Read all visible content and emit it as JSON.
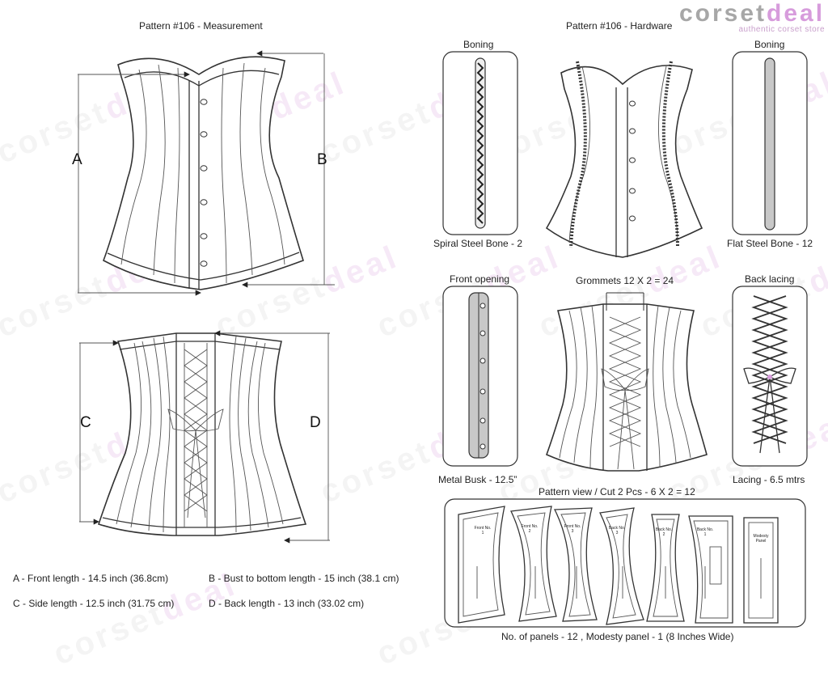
{
  "brand": {
    "name_a": "corset",
    "name_b": "deal",
    "tagline": "authentic corset store"
  },
  "colors": {
    "brand_gray": "#a7a7a7",
    "brand_pink": "#d79cdc",
    "busk_fill": "#c8c8c8",
    "bone_fill": "#c8c8c8"
  },
  "headings": {
    "measurement": "Pattern #106 -  Measurement",
    "hardware": "Pattern #106 -  Hardware"
  },
  "measure_letters": {
    "a": "A",
    "b": "B",
    "c": "C",
    "d": "D"
  },
  "measurements": [
    "A - Front length - 14.5 inch (36.8cm)",
    "B - Bust to bottom length - 15 inch (38.1 cm)",
    "C - Side length - 12.5 inch (31.75 cm)",
    "D - Back length - 13 inch (33.02 cm)"
  ],
  "hardware": {
    "boning_left_title": "Boning",
    "boning_left_caption": "Spiral Steel Bone - 2",
    "boning_right_title": "Boning",
    "boning_right_caption": "Flat Steel Bone - 12",
    "front_opening_title": "Front opening",
    "front_opening_caption": "Metal Busk - 12.5”",
    "grommets": "Grommets 12 X 2 = 24",
    "back_lacing_title": "Back lacing",
    "back_lacing_caption": "Lacing - 6.5 mtrs"
  },
  "pattern": {
    "title": "Pattern view  /  Cut 2 Pcs - 6 X 2 = 12",
    "pieces": [
      "Front No. 1",
      "Front No. 2",
      "Front No. 3",
      "Back No. 3",
      "Back No. 2",
      "Back No. 1",
      "Modesty Panel"
    ],
    "caption": "No. of panels - 12  , Modesty panel - 1 (8 Inches Wide)"
  }
}
